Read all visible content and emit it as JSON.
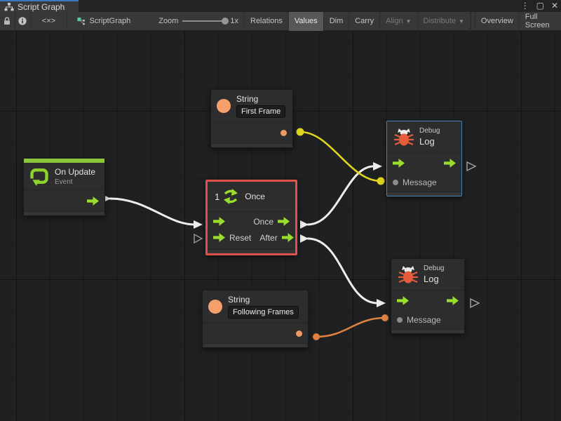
{
  "window": {
    "tab_label": "Script Graph",
    "controls": {
      "menu": "⋮",
      "maximize": "▢",
      "close": "✕"
    }
  },
  "toolbar": {
    "breadcrumb_icon": "<×>",
    "graph_name": "ScriptGraph",
    "zoom_label": "Zoom",
    "zoom_value": "1x",
    "buttons": {
      "relations": "Relations",
      "values": "Values",
      "dim": "Dim",
      "carry": "Carry",
      "align": "Align",
      "distribute": "Distribute",
      "overview": "Overview",
      "fullscreen": "Full Screen"
    },
    "dropdown_arrow": "▼"
  },
  "nodes": {
    "string_first": {
      "title": "String",
      "value": "First Frame"
    },
    "on_update": {
      "title": "On Update",
      "subtitle": "Event"
    },
    "once": {
      "count": "1",
      "title": "Once",
      "ports": {
        "once": "Once",
        "reset": "Reset",
        "after": "After"
      }
    },
    "debug_top": {
      "category": "Debug",
      "title": "Log",
      "message_label": "Message"
    },
    "debug_bottom": {
      "category": "Debug",
      "title": "Log",
      "message_label": "Message"
    },
    "string_following": {
      "title": "String",
      "value": "Following Frames"
    }
  },
  "colors": {
    "selection_red": "#e0514b",
    "selection_blue": "#4a80b5",
    "wire_white": "#ededed",
    "wire_yellow": "#ded31d",
    "wire_orange": "#df823f",
    "port_green": "#9ade2d",
    "value_orange": "#f09a63",
    "event_green": "#8cc63c"
  }
}
